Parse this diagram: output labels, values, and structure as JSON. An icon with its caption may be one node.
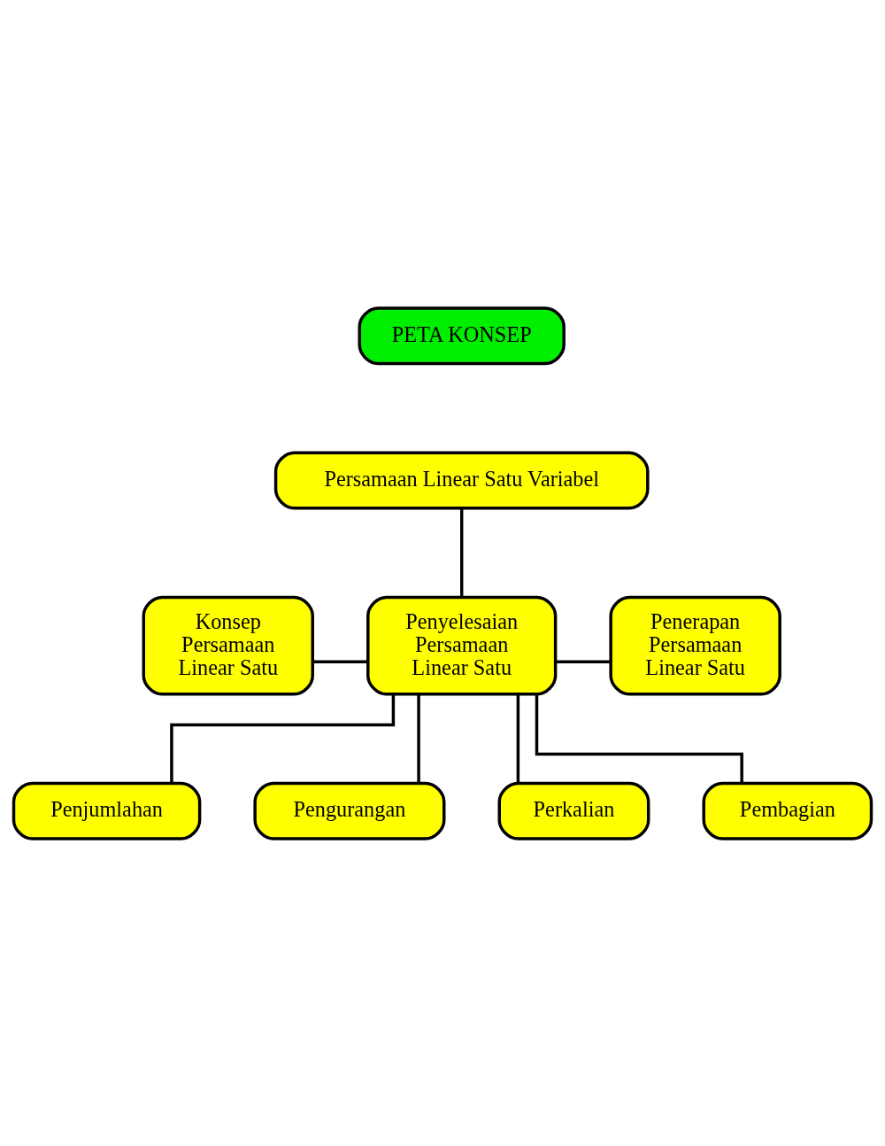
{
  "diagram": {
    "nodes": [
      {
        "text": [
          "PETA KONSEP"
        ]
      },
      {
        "text": [
          "Persamaan Linear Satu Variabel"
        ]
      },
      {
        "text": [
          "Konsep Persamaan Linear Satu"
        ]
      },
      {
        "text": [
          "Penyelesaian Persamaan Linear Satu"
        ]
      },
      {
        "text": [
          "Penerapan Persamaan Linear Satu"
        ]
      },
      {
        "text": [
          "Penjumlahan"
        ]
      },
      {
        "text": [
          "Pengurangan"
        ]
      },
      {
        "text": [
          "Perkalian"
        ]
      },
      {
        "text": [
          "Pembagian"
        ]
      }
    ],
    "edges": [
      {
        "from": 1,
        "to": 3,
        "arrow": "none"
      },
      {
        "from": 2,
        "to": 3,
        "arrow": "none"
      },
      {
        "from": 3,
        "to": 4,
        "arrow": "none"
      },
      {
        "from": 3,
        "to": 5,
        "arrow": "none"
      },
      {
        "from": 3,
        "to": 6,
        "arrow": "none"
      },
      {
        "from": 3,
        "to": 7,
        "arrow": "none"
      },
      {
        "from": 3,
        "to": 8,
        "arrow": "none"
      }
    ]
  }
}
